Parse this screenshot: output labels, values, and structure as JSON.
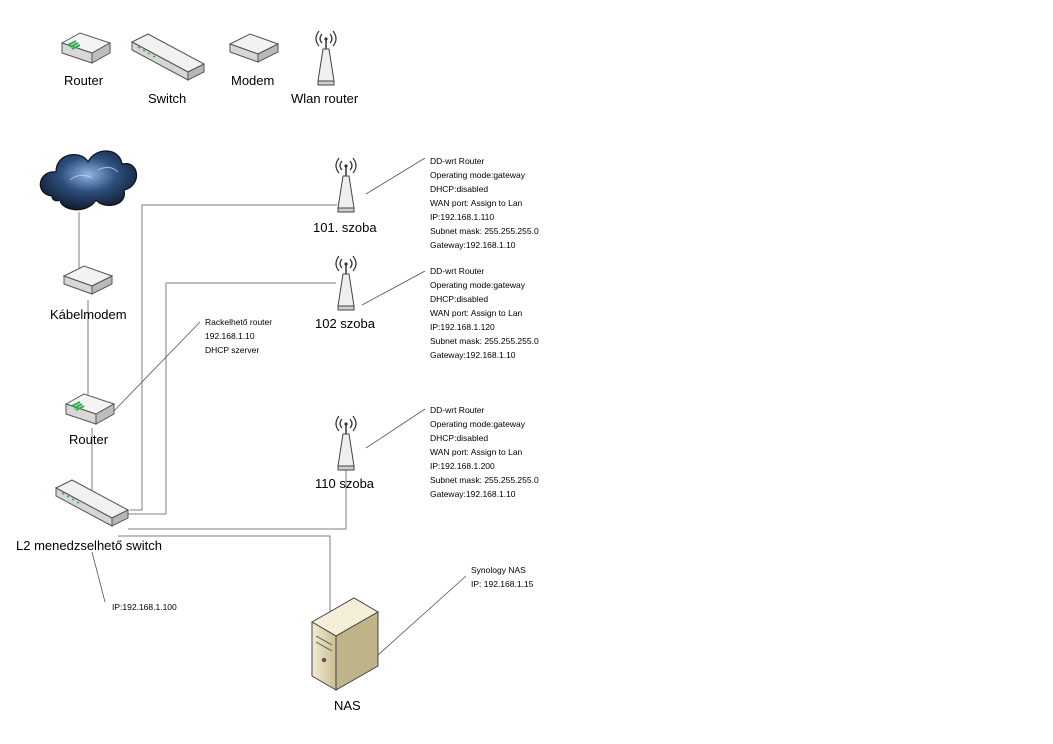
{
  "legend": {
    "items": [
      {
        "icon": "router-icon",
        "label": "Router"
      },
      {
        "icon": "switch-icon",
        "label": "Switch"
      },
      {
        "icon": "modem-icon",
        "label": "Modem"
      },
      {
        "icon": "wlan-router-icon",
        "label": "Wlan router"
      }
    ]
  },
  "nodes": {
    "cloud": {
      "icon": "cloud-icon"
    },
    "cable_modem": {
      "icon": "modem-icon",
      "label": "Kábelmodem"
    },
    "router": {
      "icon": "router-icon",
      "label": "Router"
    },
    "switch": {
      "icon": "switch-icon",
      "label": "L2 menedzselhető switch"
    },
    "ap_101": {
      "icon": "wlan-router-icon",
      "label": "101. szoba"
    },
    "ap_102": {
      "icon": "wlan-router-icon",
      "label": "102 szoba"
    },
    "ap_110": {
      "icon": "wlan-router-icon",
      "label": "110 szoba"
    },
    "nas": {
      "icon": "server-icon",
      "label": "NAS"
    }
  },
  "annotations": {
    "router_note": [
      "Rackelhető router",
      "192.168.1.10",
      "DHCP szerver"
    ],
    "switch_note": [
      "IP:192.168.1.100"
    ],
    "nas_note": [
      "Synology NAS",
      "IP: 192.168.1.15"
    ],
    "ap_101_note": [
      "DD-wrt Router",
      "Operating mode:gateway",
      "DHCP:disabled",
      "WAN port: Assign to Lan",
      "IP:192.168.1.110",
      "Subnet mask: 255.255.255.0",
      "Gateway:192.168.1.10"
    ],
    "ap_102_note": [
      "DD-wrt Router",
      "Operating mode:gateway",
      "DHCP:disabled",
      "WAN port: Assign to Lan",
      "IP:192.168.1.120",
      "Subnet mask: 255.255.255.0",
      "Gateway:192.168.1.10"
    ],
    "ap_110_note": [
      "DD-wrt Router",
      "Operating mode:gateway",
      "DHCP:disabled",
      "WAN port: Assign to Lan",
      "IP:192.168.1.200",
      "Subnet mask: 255.255.255.0",
      "Gateway:192.168.1.10"
    ]
  },
  "colors": {
    "cloud": "#1b2a44",
    "device_body": "#e9e9e9",
    "device_edge": "#555555",
    "port_led": "#2fae4b",
    "server_body": "#e6dcb8",
    "line": "#7f7f7f"
  }
}
